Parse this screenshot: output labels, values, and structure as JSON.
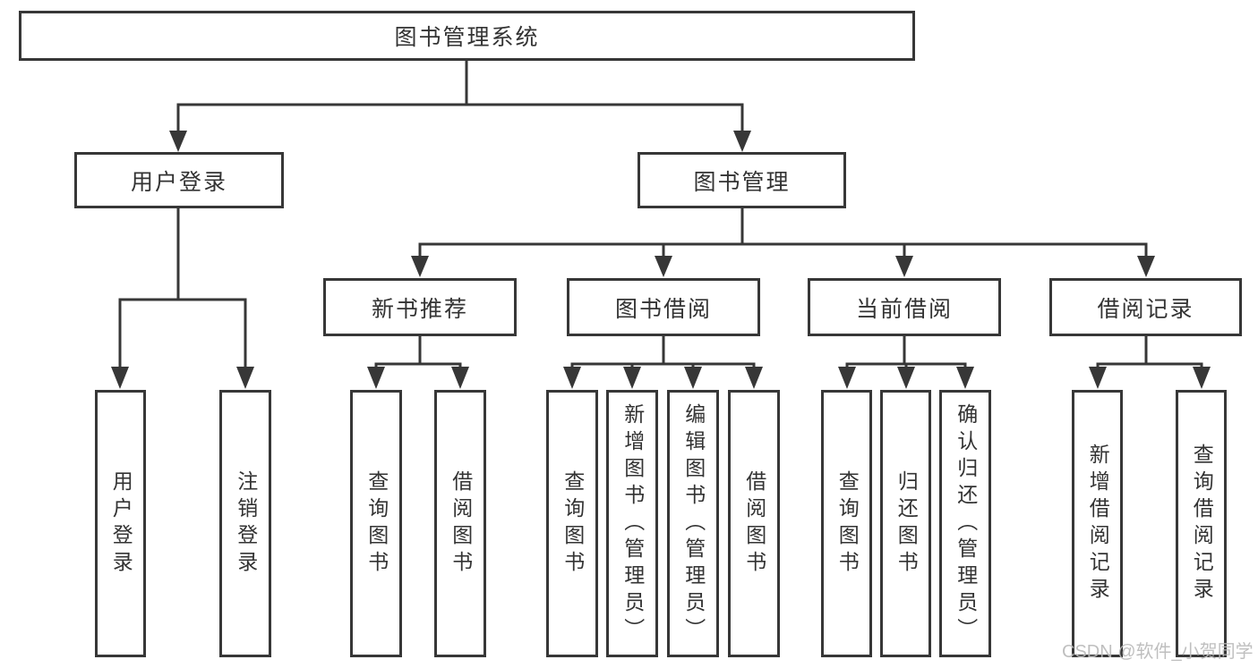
{
  "diagram": {
    "root_label": "图书管理系统",
    "level1": [
      {
        "label": "用户登录",
        "parent": "图书管理系统"
      },
      {
        "label": "图书管理",
        "parent": "图书管理系统"
      }
    ],
    "level2": [
      {
        "label": "新书推荐",
        "parent": "图书管理"
      },
      {
        "label": "图书借阅",
        "parent": "图书管理"
      },
      {
        "label": "当前借阅",
        "parent": "图书管理"
      },
      {
        "label": "借阅记录",
        "parent": "图书管理"
      }
    ],
    "leaves": [
      {
        "label": "用户登录",
        "parent": "用户登录"
      },
      {
        "label": "注销登录",
        "parent": "用户登录"
      },
      {
        "label": "查询图书",
        "parent": "新书推荐"
      },
      {
        "label": "借阅图书",
        "parent": "新书推荐"
      },
      {
        "label": "查询图书",
        "parent": "图书借阅"
      },
      {
        "label": "新增图书（管理员）",
        "parent": "图书借阅"
      },
      {
        "label": "编辑图书（管理员）",
        "parent": "图书借阅"
      },
      {
        "label": "借阅图书",
        "parent": "图书借阅"
      },
      {
        "label": "查询图书",
        "parent": "当前借阅"
      },
      {
        "label": "归还图书",
        "parent": "当前借阅"
      },
      {
        "label": "确认归还（管理员）",
        "parent": "当前借阅"
      },
      {
        "label": "新增借阅记录",
        "parent": "借阅记录"
      },
      {
        "label": "查询借阅记录",
        "parent": "借阅记录"
      }
    ]
  },
  "watermark": {
    "text": "CSDN @软件_小贺同学"
  },
  "colors": {
    "line": "#373737",
    "box_border": "#373737",
    "text": "#333333",
    "background": "#ffffff",
    "watermark": "#b9b9b9"
  }
}
